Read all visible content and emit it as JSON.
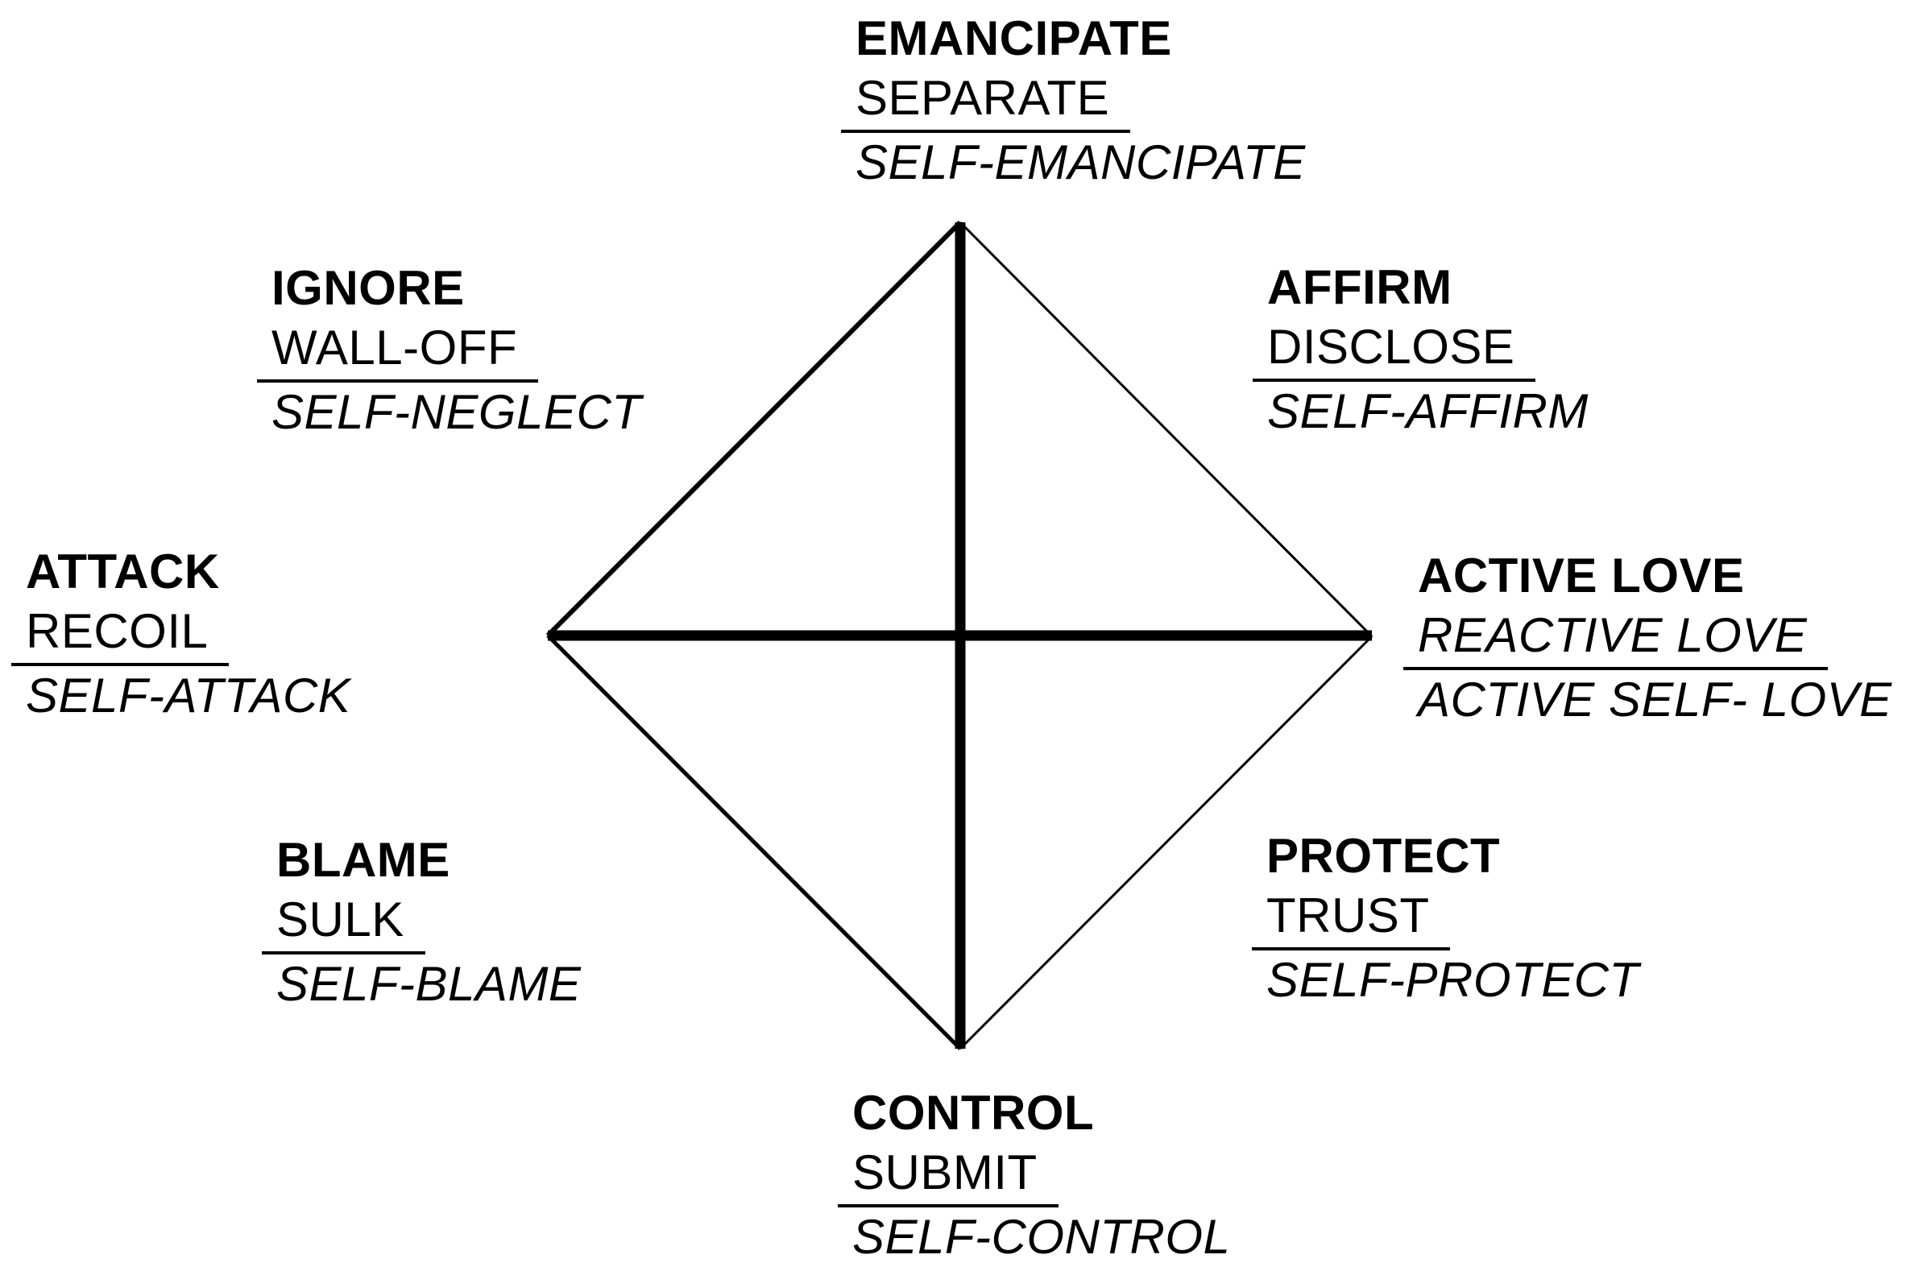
{
  "page": {
    "background_color": "#ffffff",
    "line_color": "#000000",
    "text_color": "#000000"
  },
  "octants": {
    "top": {
      "surface1": "EMANCIPATE",
      "surface2": "SEPARATE",
      "surface3": "SELF-EMANCIPATE"
    },
    "top_right": {
      "surface1": "AFFIRM",
      "surface2": "DISCLOSE",
      "surface3": "SELF-AFFIRM"
    },
    "right": {
      "surface1": "ACTIVE LOVE",
      "surface2": "REACTIVE LOVE",
      "surface3": "ACTIVE SELF- LOVE"
    },
    "bottom_right": {
      "surface1": "PROTECT",
      "surface2": "TRUST",
      "surface3": "SELF-PROTECT"
    },
    "bottom": {
      "surface1": "CONTROL",
      "surface2": "SUBMIT",
      "surface3": "SELF-CONTROL"
    },
    "bottom_left": {
      "surface1": "BLAME",
      "surface2": "SULK",
      "surface3": "SELF-BLAME"
    },
    "left": {
      "surface1": "ATTACK",
      "surface2": "RECOIL",
      "surface3": "SELF-ATTACK"
    },
    "top_left": {
      "surface1": "IGNORE",
      "surface2": "WALL-OFF",
      "surface3": "SELF-NEGLECT"
    }
  }
}
